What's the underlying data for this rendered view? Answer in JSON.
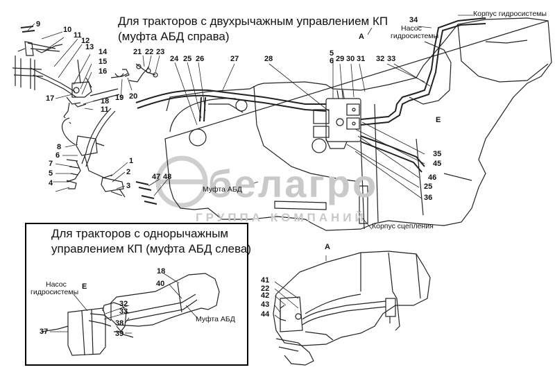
{
  "headings": {
    "main_line1": "Для тракторов с двухрычажным управлением КП",
    "main_line2": "(муфта АБД справа)",
    "inset_line1": "Для тракторов с однорычажным",
    "inset_line2": "управлением КП (муфта АБД слева)"
  },
  "components": {
    "hydraulic_housing": "Корпус гидросистемы",
    "pump_line1": "Насос",
    "pump_line2": "гидросистемы",
    "clutch_housing": "Корпус сцепления",
    "abd_clutch": "Муфта АБД",
    "view_a": "А",
    "view_e": "Е"
  },
  "watermark": {
    "brand": "белагро",
    "sub": "ГРУППА КОМПАНИЙ"
  },
  "callouts": {
    "n1": "1",
    "n2": "2",
    "n3": "3",
    "n4": "4",
    "n5": "5",
    "n6": "6",
    "n7": "7",
    "n8": "8",
    "n9": "9",
    "n10": "10",
    "n11": "11",
    "n12": "12",
    "n13": "13",
    "n14": "14",
    "n15": "15",
    "n16": "16",
    "n17": "17",
    "n18": "18",
    "n19": "19",
    "n20": "20",
    "n21": "21",
    "n22": "22",
    "n23": "23",
    "n24": "24",
    "n25": "25",
    "n26": "26",
    "n27": "27",
    "n28": "28",
    "n29": "29",
    "n30": "30",
    "n31": "31",
    "n32": "32",
    "n33": "33",
    "n34": "34",
    "n35": "35",
    "n36": "36",
    "n37": "37",
    "n38": "38",
    "n39": "39",
    "n40": "40",
    "n41": "41",
    "n42": "42",
    "n43": "43",
    "n44": "44",
    "n45": "45",
    "n46": "46",
    "n47": "47",
    "n48": "48"
  }
}
